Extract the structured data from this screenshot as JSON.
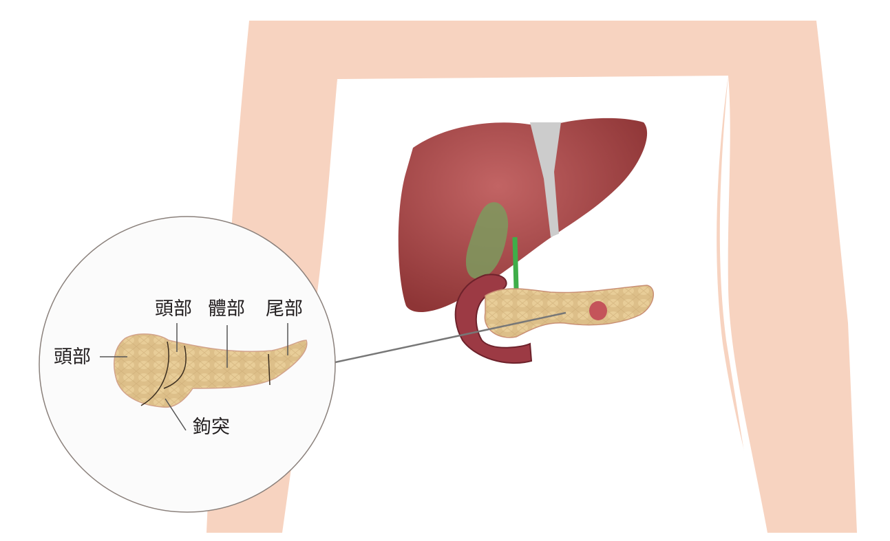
{
  "labels": {
    "head_left": "頭部",
    "neck_top": "頭部",
    "body": "體部",
    "tail": "尾部",
    "uncinate": "鉤突"
  },
  "colors": {
    "skin": "#f7d3c0",
    "liver": "#a94a4a",
    "pancreas": "#dcbd86",
    "duct": "#3fae49",
    "inset_bg": "#fbfbfb"
  }
}
